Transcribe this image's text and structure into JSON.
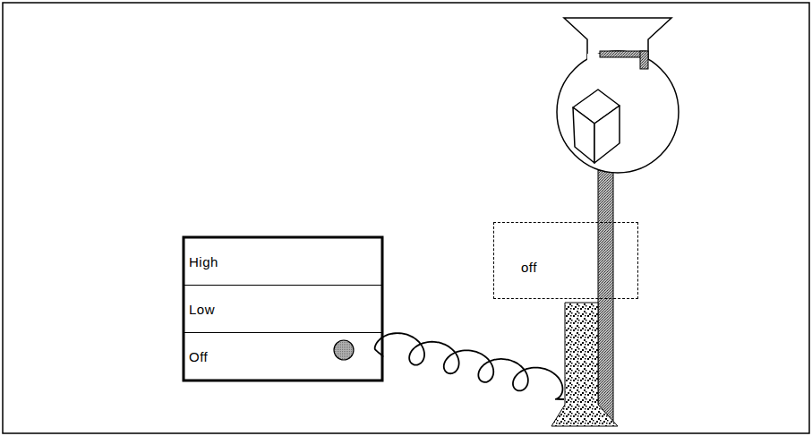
{
  "diagram": {
    "nodes": [
      {
        "text": [
          "High"
        ]
      },
      {
        "text": [
          "Low"
        ]
      },
      {
        "text": [
          "Off"
        ]
      },
      {
        "text": [
          "off"
        ]
      }
    ]
  }
}
